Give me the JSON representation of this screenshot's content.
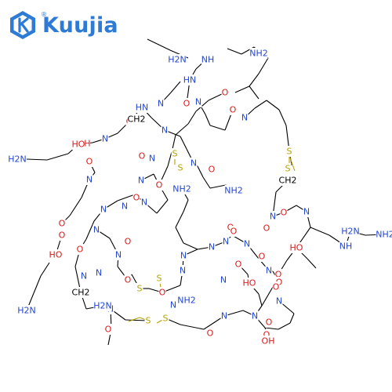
{
  "brand": {
    "name": "Kuujia",
    "registered": "®",
    "color": "#2e7bd6"
  },
  "colors": {
    "nitrogen": "#2346d6",
    "oxygen": "#d61c1c",
    "sulfur": "#b8a000",
    "carbon": "#000000"
  },
  "atoms": [
    {
      "t": "H2N",
      "e": "n"
    },
    {
      "t": "NH",
      "e": "n"
    },
    {
      "t": "NH2",
      "e": "n"
    },
    {
      "t": "HN",
      "e": "n"
    },
    {
      "t": "N",
      "e": "n"
    },
    {
      "t": "N",
      "e": "n"
    },
    {
      "t": "N",
      "e": "n"
    },
    {
      "t": "HN",
      "e": "n"
    },
    {
      "t": "O",
      "e": "o"
    },
    {
      "t": "O",
      "e": "o"
    },
    {
      "t": "O",
      "e": "o"
    },
    {
      "t": "OH",
      "e": "o"
    },
    {
      "t": "N",
      "e": "n"
    },
    {
      "t": "N",
      "e": "n"
    },
    {
      "t": "O",
      "e": "o"
    },
    {
      "t": "CH2",
      "e": "c"
    },
    {
      "t": "S",
      "e": "s"
    },
    {
      "t": "S",
      "e": "s"
    },
    {
      "t": "H2N",
      "e": "n"
    },
    {
      "t": "HO",
      "e": "o"
    },
    {
      "t": "N",
      "e": "n"
    },
    {
      "t": "O",
      "e": "o"
    },
    {
      "t": "N",
      "e": "n"
    },
    {
      "t": "O",
      "e": "o"
    },
    {
      "t": "N",
      "e": "n"
    },
    {
      "t": "S",
      "e": "s"
    },
    {
      "t": "O",
      "e": "o"
    },
    {
      "t": "N",
      "e": "n"
    },
    {
      "t": "O",
      "e": "o"
    },
    {
      "t": "N",
      "e": "n"
    },
    {
      "t": "O",
      "e": "o"
    },
    {
      "t": "NH2",
      "e": "n"
    },
    {
      "t": "N",
      "e": "n"
    },
    {
      "t": "N",
      "e": "n"
    },
    {
      "t": "S",
      "e": "s"
    },
    {
      "t": "CH2",
      "e": "c"
    },
    {
      "t": "N",
      "e": "n"
    },
    {
      "t": "N",
      "e": "n"
    },
    {
      "t": "O",
      "e": "o"
    },
    {
      "t": "N",
      "e": "n"
    },
    {
      "t": "O",
      "e": "o"
    },
    {
      "t": "HO",
      "e": "o"
    },
    {
      "t": "O",
      "e": "o"
    },
    {
      "t": "N",
      "e": "n"
    },
    {
      "t": "N",
      "e": "n"
    },
    {
      "t": "NH2",
      "e": "n"
    },
    {
      "t": "O",
      "e": "o"
    },
    {
      "t": "NH",
      "e": "n"
    },
    {
      "t": "N",
      "e": "n"
    },
    {
      "t": "O",
      "e": "o"
    },
    {
      "t": "O",
      "e": "o"
    },
    {
      "t": "O",
      "e": "o"
    },
    {
      "t": "N",
      "e": "n"
    },
    {
      "t": "N",
      "e": "n"
    },
    {
      "t": "O",
      "e": "o"
    },
    {
      "t": "N",
      "e": "n"
    },
    {
      "t": "HO",
      "e": "o"
    },
    {
      "t": "O",
      "e": "o"
    },
    {
      "t": "O",
      "e": "o"
    },
    {
      "t": "O",
      "e": "o"
    },
    {
      "t": "H2N",
      "e": "n"
    },
    {
      "t": "N",
      "e": "n"
    },
    {
      "t": "O",
      "e": "o"
    },
    {
      "t": "CH2",
      "e": "c"
    },
    {
      "t": "N",
      "e": "n"
    },
    {
      "t": "O",
      "e": "o"
    },
    {
      "t": "HO",
      "e": "o"
    },
    {
      "t": "S",
      "e": "s"
    },
    {
      "t": "N",
      "e": "n"
    },
    {
      "t": "N",
      "e": "n"
    },
    {
      "t": "O",
      "e": "o"
    },
    {
      "t": "NH2",
      "e": "n"
    },
    {
      "t": "O",
      "e": "o"
    },
    {
      "t": "N",
      "e": "n"
    },
    {
      "t": "O",
      "e": "o"
    },
    {
      "t": "N",
      "e": "n"
    },
    {
      "t": "S",
      "e": "s"
    },
    {
      "t": "N",
      "e": "n"
    },
    {
      "t": "NH2",
      "e": "n"
    },
    {
      "t": "H2N",
      "e": "n"
    },
    {
      "t": "N",
      "e": "n"
    },
    {
      "t": "O",
      "e": "o"
    },
    {
      "t": "S",
      "e": "s"
    },
    {
      "t": "S",
      "e": "s"
    },
    {
      "t": "H2N",
      "e": "n"
    },
    {
      "t": "N",
      "e": "n"
    },
    {
      "t": "O",
      "e": "o"
    },
    {
      "t": "OH",
      "e": "o"
    },
    {
      "t": "O",
      "e": "o"
    }
  ]
}
